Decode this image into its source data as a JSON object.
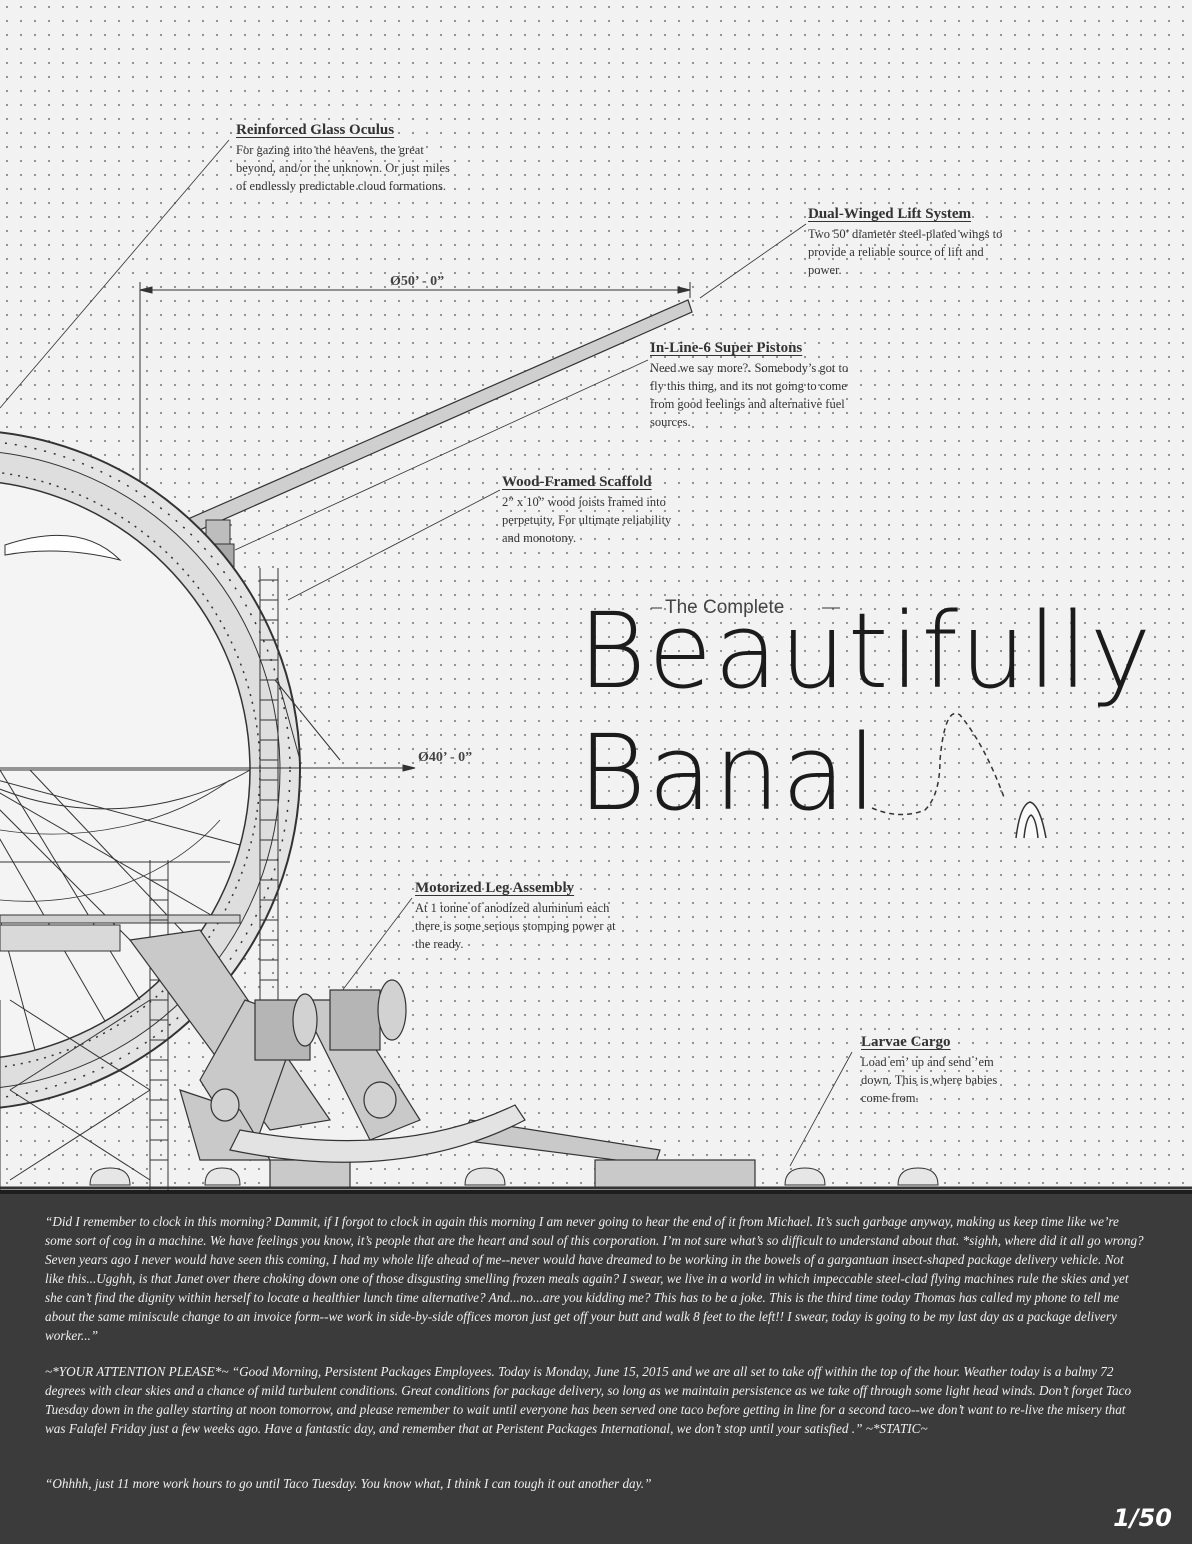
{
  "callouts": {
    "oculus": {
      "title": "Reinforced Glass Oculus",
      "desc": "For gazing into the heavens, the great beyond, and/or the unknown. Or just miles of endlessly predictable cloud formations."
    },
    "wings": {
      "title": "Dual-Winged Lift System",
      "desc": "Two 50’ diameter steel-plated wings to provide a reliable source of lift and power."
    },
    "pistons": {
      "title": "In-Line-6 Super Pistons",
      "desc": "Need we say more?. Somebody’s got to fly this thing, and its not going to come from good feelings and alternative fuel sources."
    },
    "scaffold": {
      "title": "Wood-Framed Scaffold",
      "desc": "2” x 10” wood joists framed into perpetuity. For ultimate reliability and monotony."
    },
    "legs": {
      "title": "Motorized Leg Assembly",
      "desc": "At 1 tonne of anodized aluminum each there is some serious stomping power at the ready."
    },
    "cargo": {
      "title": "Larvae Cargo",
      "desc": "Load em’ up and send ’em down. This is where babies come from."
    }
  },
  "dimensions": {
    "d50": "Ø50’ - 0”",
    "d40": "Ø40’ - 0”"
  },
  "title": {
    "small": "The Complete",
    "line1": "Beautifully",
    "line2": "Banal"
  },
  "story": {
    "p1": "“Did I remember to clock in this morning? Dammit, if I forgot to clock in again this morning I am never going to hear the end of it from Michael. It’s such garbage anyway, making us keep time like we’re some sort of cog in a machine. We have feelings you know, it’s people that are the heart and soul of this corporation. I’m not sure what’s so difficult to understand about that. *sighh, where did it all go wrong? Seven years ago I never would have seen this coming, I had my whole life ahead of me--never would have dreamed to be working in the bowels of a gargantuan insect-shaped package delivery vehicle. Not like this...Ugghh, is that Janet over there choking down one of those disgusting smelling frozen meals again? I swear, we live in a world in which impeccable steel-clad flying machines rule the skies and yet she can’t find the dignity within herself to locate a healthier lunch time alternative? And...no...are you kidding me? This has to be a joke. This is the third time today Thomas has called my phone to tell me about the same miniscule change to an invoice form--we work in side-by-side offices moron just get off your butt and walk 8 feet to the left!! I swear, today is going to be my last day as a package delivery worker...”",
    "p2": "~*YOUR ATTENTION PLEASE*~ “Good Morning, Persistent Packages Employees. Today is Monday, June 15, 2015 and we are all set to take off within the top of the hour. Weather today is a balmy 72 degrees with clear skies and a chance of mild turbulent conditions. Great conditions for package delivery, so long as we maintain persistence as we take off through some light head winds. Don’t forget Taco Tuesday down in the galley starting at noon tomorrow, and please remember to wait until everyone has been served one taco before getting in line for a second taco--we don’t want to re-live the misery that was Falafel Friday just a few weeks ago. Have a fantastic day, and remember that at Peristent Packages International, we don’t stop until your satisfied .” ~*STATIC~",
    "p3": "“Ohhhh, just 11 more work hours to go until Taco Tuesday. You know what, I think I can tough it out another day.”"
  },
  "page_number": "1/50"
}
